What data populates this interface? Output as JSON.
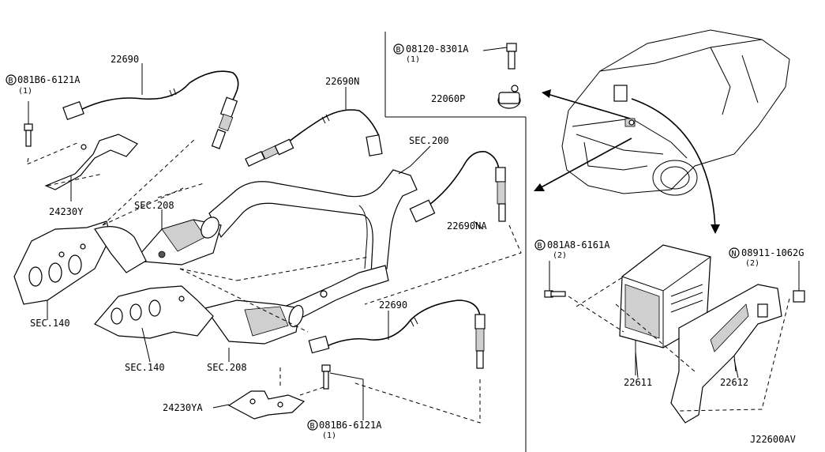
{
  "diagram_id": "J22600AV",
  "parts": {
    "sensor_rear_left": "22690",
    "sensor_rear_left_n": "22690N",
    "sensor_front_right_na": "22690NA",
    "sensor_lower": "22690",
    "sensor_22060p": "22060P",
    "ecm": "22611",
    "ecm_bracket": "22612",
    "bracket_y": "24230Y",
    "bracket_ya": "24230YA",
    "sec200": "SEC.200",
    "sec208_upper": "SEC.208",
    "sec208_lower": "SEC.208",
    "sec140_left": "SEC.140",
    "sec140_lower": "SEC.140"
  },
  "bolts": {
    "bolt_top_left": {
      "prefix": "B",
      "code": "081B6-6121A",
      "qty": "(1)"
    },
    "bolt_bottom": {
      "prefix": "B",
      "code": "081B6-6121A",
      "qty": "(1)"
    },
    "bolt_22060p": {
      "prefix": "B",
      "code": "08120-8301A",
      "qty": "(1)"
    },
    "bolt_ecm": {
      "prefix": "B",
      "code": "081A8-6161A",
      "qty": "(2)"
    },
    "nut_ecm": {
      "prefix": "N",
      "code": "08911-1062G",
      "qty": "(2)"
    }
  }
}
